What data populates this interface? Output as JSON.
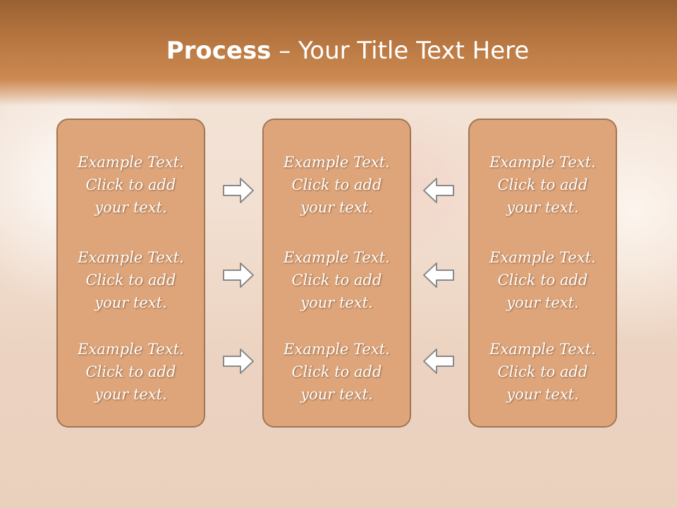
{
  "title": {
    "bold": "Process",
    "rest": " – Your Title Text Here"
  },
  "panels": [
    {
      "blocks": [
        {
          "line1": "Example Text.",
          "line2": "Click  to add",
          "line3": "your text."
        },
        {
          "line1": "Example Text.",
          "line2": "Click  to add",
          "line3": "your text."
        },
        {
          "line1": "Example Text.",
          "line2": "Click  to add",
          "line3": "your text."
        }
      ]
    },
    {
      "blocks": [
        {
          "line1": "Example Text.",
          "line2": "Click  to add",
          "line3": "your text."
        },
        {
          "line1": "Example Text.",
          "line2": "Click  to add",
          "line3": "your text."
        },
        {
          "line1": "Example Text.",
          "line2": "Click  to add",
          "line3": "your text."
        }
      ]
    },
    {
      "blocks": [
        {
          "line1": "Example Text.",
          "line2": "Click  to add",
          "line3": "your text."
        },
        {
          "line1": "Example Text.",
          "line2": "Click  to add",
          "line3": "your text."
        },
        {
          "line1": "Example Text.",
          "line2": "Click  to add",
          "line3": "your text."
        }
      ]
    }
  ],
  "arrows": {
    "left_column": "arrow-right-icon",
    "right_column": "arrow-left-icon"
  },
  "colors": {
    "header": "#b2723d",
    "panel": "#dea57a",
    "panel_border": "#a07654",
    "text": "#ffffff",
    "arrow_fill": "#ffffff",
    "arrow_stroke": "#8a8a8a"
  }
}
